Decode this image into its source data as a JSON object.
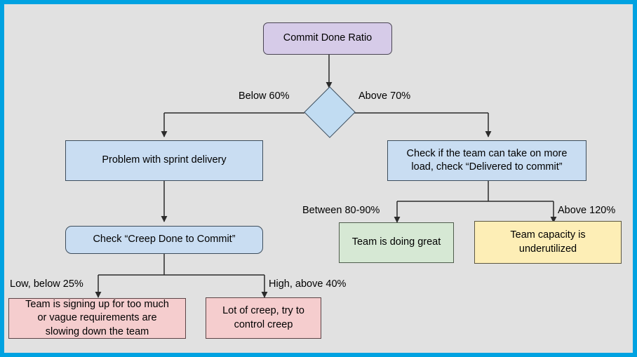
{
  "diagram": {
    "title_node": "Commit Done Ratio",
    "type": "flowchart",
    "frame_color": "#00a2e1",
    "background_color": "#e1e1e1",
    "nodes": [
      {
        "id": "commit-done-ratio",
        "label": "Commit Done Ratio",
        "shape": "rounded-rect",
        "fill": "#d6cbe8"
      },
      {
        "id": "decision",
        "label": "",
        "shape": "diamond",
        "fill": "#c1dcf2"
      },
      {
        "id": "problem-sprint-delivery",
        "label": "Problem with sprint delivery",
        "shape": "rect",
        "fill": "#c9ddf2"
      },
      {
        "id": "check-team-capacity",
        "label": "Check if the team can take on more\nload, check “Delivered to commit”",
        "shape": "rect",
        "fill": "#c9ddf2"
      },
      {
        "id": "check-creep-done",
        "label": "Check “Creep Done to Commit”",
        "shape": "rounded-rect",
        "fill": "#c9ddf2"
      },
      {
        "id": "team-doing-great",
        "label": "Team is doing great",
        "shape": "rect",
        "fill": "#d6e8d4"
      },
      {
        "id": "team-underutilized",
        "label": "Team capacity is\nunderutilized",
        "shape": "rect",
        "fill": "#fdeeb6"
      },
      {
        "id": "signing-up-too-much",
        "label": "Team is signing up for too much\nor vague requirements are\nslowing down the team",
        "shape": "rect",
        "fill": "#f5cdce"
      },
      {
        "id": "lot-of-creep",
        "label": "Lot of creep, try to\ncontrol creep",
        "shape": "rect",
        "fill": "#f5cdce"
      }
    ],
    "edge_labels": [
      {
        "id": "below-60",
        "text": "Below 60%"
      },
      {
        "id": "above-70",
        "text": "Above 70%"
      },
      {
        "id": "between-80-90",
        "text": "Between 80-90%"
      },
      {
        "id": "above-120",
        "text": "Above 120%"
      },
      {
        "id": "low-below-25",
        "text": "Low, below 25%"
      },
      {
        "id": "high-above-40",
        "text": "High, above 40%"
      }
    ]
  }
}
